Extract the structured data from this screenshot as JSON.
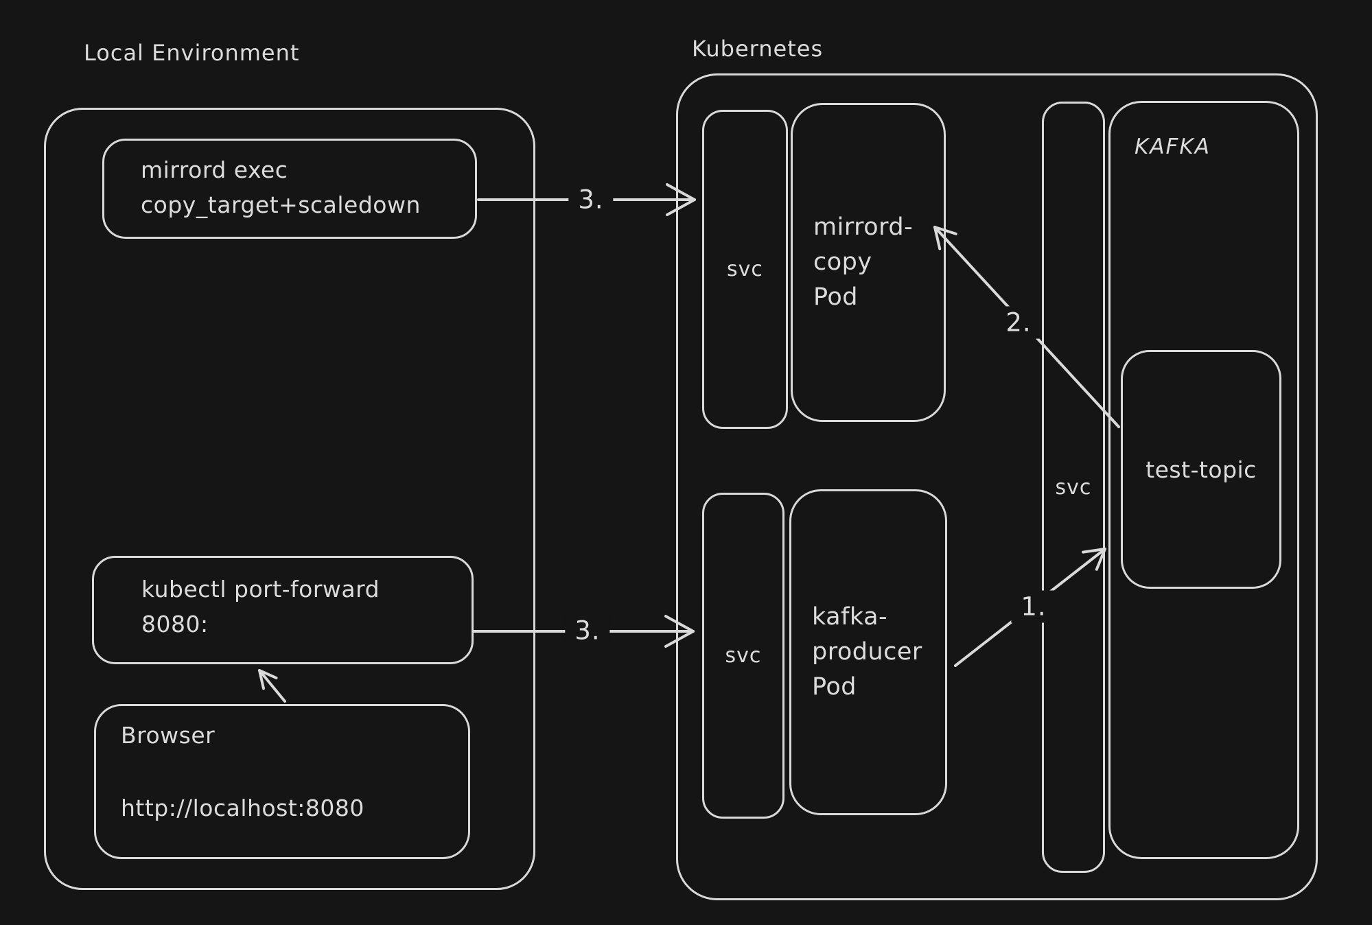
{
  "colors": {
    "background": "#151515",
    "stroke": "#d9d9d9",
    "text": "#dcdcdc"
  },
  "local_environment": {
    "title": "Local Environment",
    "mirrord_exec_box": {
      "line1": "mirrord exec",
      "line2": "copy_target+scaledown"
    },
    "port_forward_box": {
      "line1": "kubectl port-forward",
      "line2": "8080:"
    },
    "browser_box": {
      "title": "Browser",
      "url": "http://localhost:8080"
    }
  },
  "kubernetes": {
    "title": "Kubernetes",
    "svc_top": {
      "label": "svc"
    },
    "mirrord_copy_pod": {
      "line1": "mirrord-",
      "line2": "copy",
      "line3": "Pod"
    },
    "svc_bottom": {
      "label": "svc"
    },
    "kafka_producer_pod": {
      "line1": "kafka-",
      "line2": "producer",
      "line3": "Pod"
    },
    "svc_kafka": {
      "label": "svc"
    },
    "kafka": {
      "title": "KAFKA",
      "test_topic": {
        "label": "test-topic"
      }
    }
  },
  "arrows": {
    "step3_top": {
      "label": "3."
    },
    "step3_bottom": {
      "label": "3."
    },
    "step2": {
      "label": "2."
    },
    "step1": {
      "label": "1."
    }
  }
}
